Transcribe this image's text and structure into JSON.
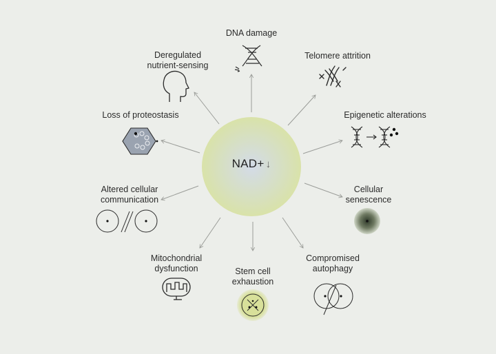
{
  "center": {
    "label": "NAD+",
    "arrow_glyph": "↓"
  },
  "hallmarks": [
    {
      "id": "dna-damage",
      "lines": [
        "DNA damage"
      ]
    },
    {
      "id": "telomere-attrition",
      "lines": [
        "Telomere attrition"
      ]
    },
    {
      "id": "epigenetic-alterations",
      "lines": [
        "Epigenetic alterations"
      ]
    },
    {
      "id": "cellular-senescence",
      "lines": [
        "Cellular",
        "senescence"
      ]
    },
    {
      "id": "compromised-autophagy",
      "lines": [
        "Compromised",
        "autophagy"
      ]
    },
    {
      "id": "stem-cell-exhaustion",
      "lines": [
        "Stem cell",
        "exhaustion"
      ]
    },
    {
      "id": "mitochondrial-dysfunction",
      "lines": [
        "Mitochondrial",
        "dysfunction"
      ]
    },
    {
      "id": "altered-cellular-communication",
      "lines": [
        "Altered cellular",
        "communication"
      ]
    },
    {
      "id": "loss-of-proteostasis",
      "lines": [
        "Loss of proteostasis"
      ]
    },
    {
      "id": "deregulated-nutrient-sensing",
      "lines": [
        "Deregulated",
        "nutrient-sensing"
      ]
    }
  ],
  "colors": {
    "background": "#eceeea",
    "center_outer": "#d9e2a9",
    "center_inner": "#d3dbe8",
    "arrow": "#9a9c98",
    "icon_stroke": "#2a2a2a",
    "senescence_fill": "#3f4a36",
    "stem_cell_fill": "#d8e09a",
    "proteostasis_fill": "#9aa3b0"
  }
}
